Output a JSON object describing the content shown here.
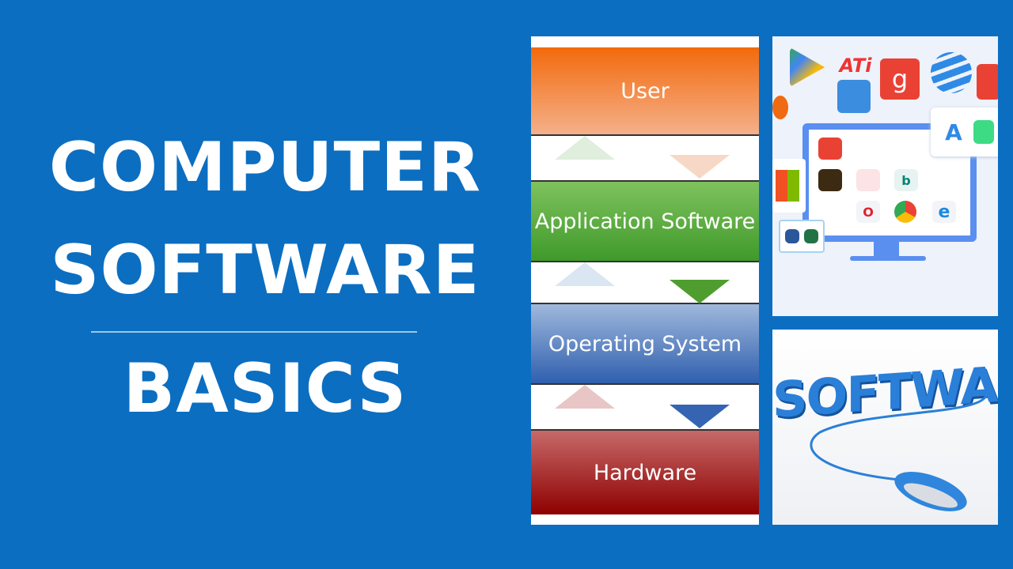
{
  "title": {
    "line1": "COMPUTER",
    "line2": "SOFTWARE",
    "line3": "BASICS"
  },
  "diagram": {
    "layers": [
      {
        "label": "User",
        "color": "#f06a12"
      },
      {
        "label": "Application Software",
        "color": "#55a83a"
      },
      {
        "label": "Operating System",
        "color": "#3a6db5"
      },
      {
        "label": "Hardware",
        "color": "#a51d1d"
      }
    ]
  },
  "apps_image": {
    "logo_text": [
      "ATi",
      "g"
    ]
  },
  "software_image": {
    "word": "SOFTWARE"
  },
  "colors": {
    "background": "#0b6ec1",
    "text": "#ffffff"
  }
}
